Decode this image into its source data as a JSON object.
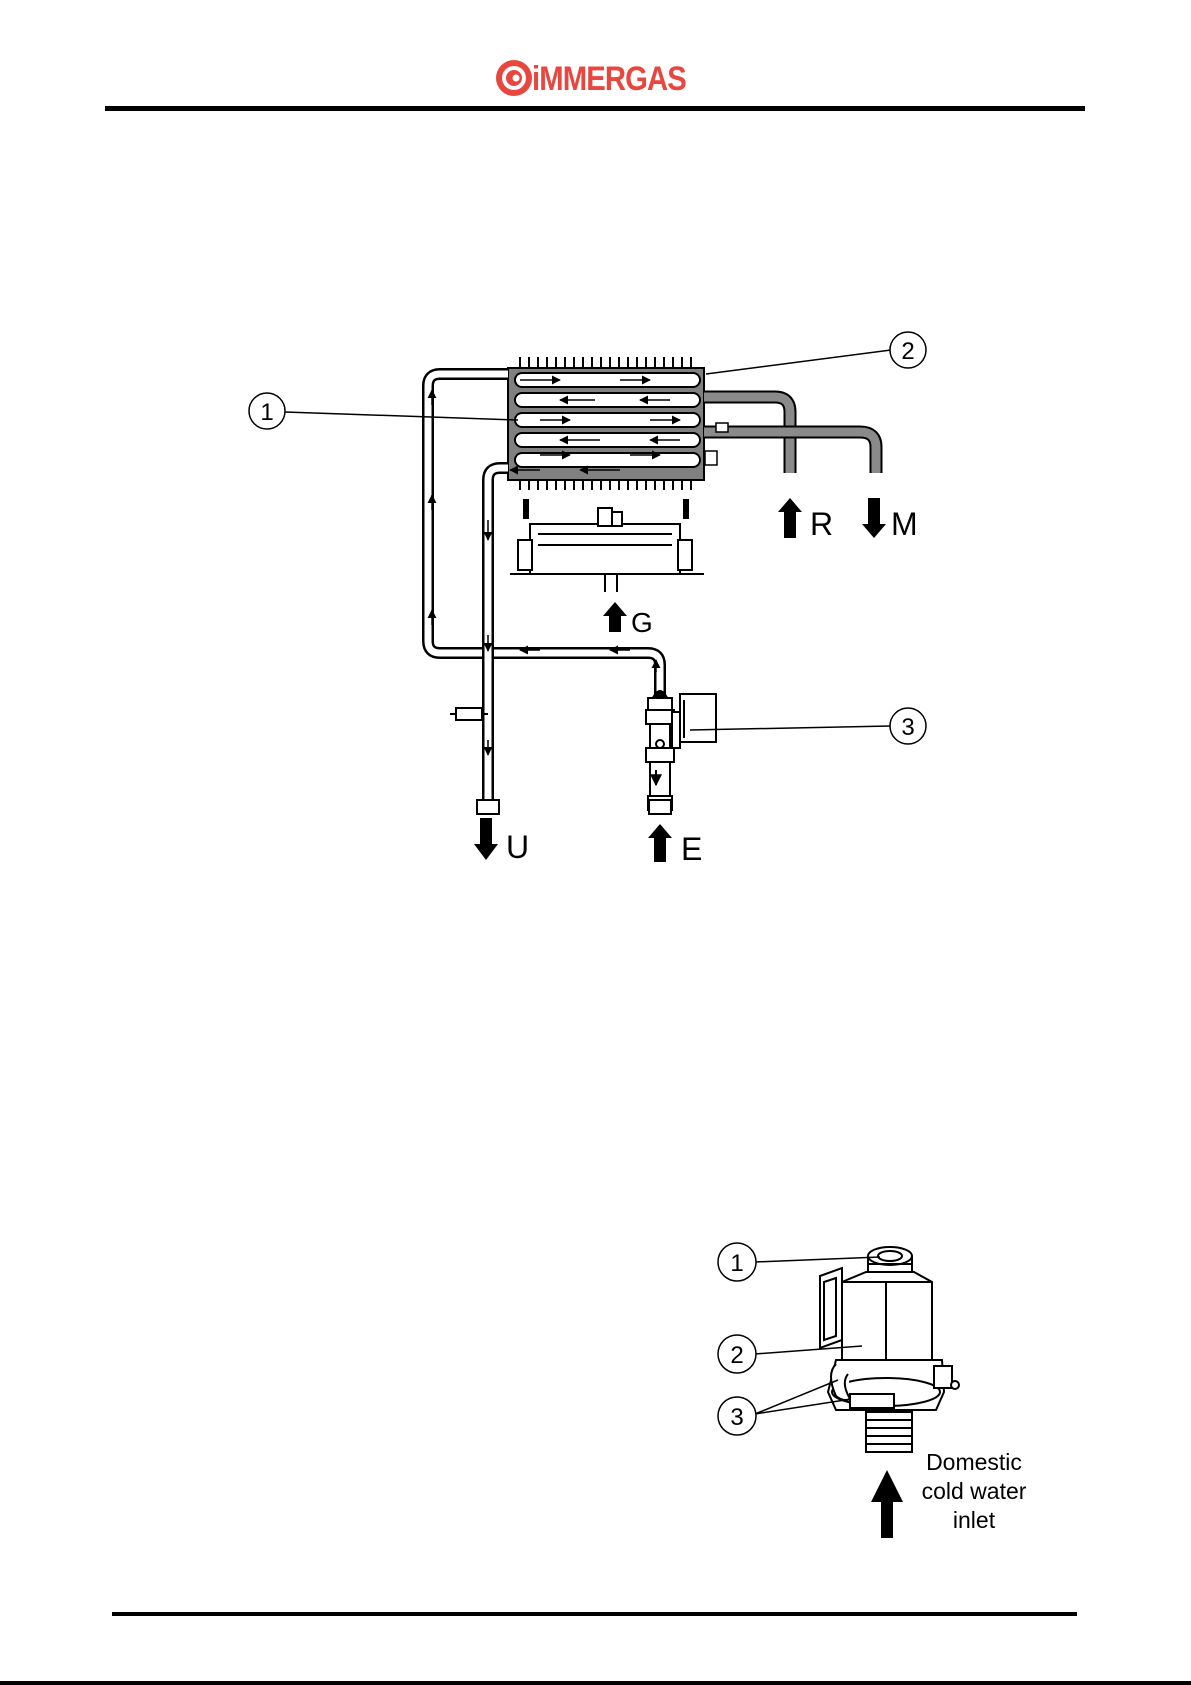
{
  "header": {
    "brand": "iMMERGAS"
  },
  "diagram1": {
    "callouts": [
      "1",
      "2",
      "3"
    ],
    "connections": {
      "R": "R",
      "M": "M",
      "G": "G",
      "U": "U",
      "E": "E"
    }
  },
  "diagram2": {
    "callouts": [
      "1",
      "2",
      "3"
    ],
    "caption_lines": [
      "Domestic",
      "cold water",
      "inlet"
    ]
  },
  "colors": {
    "brand": "#e8473f",
    "exchanger": "#808080"
  }
}
